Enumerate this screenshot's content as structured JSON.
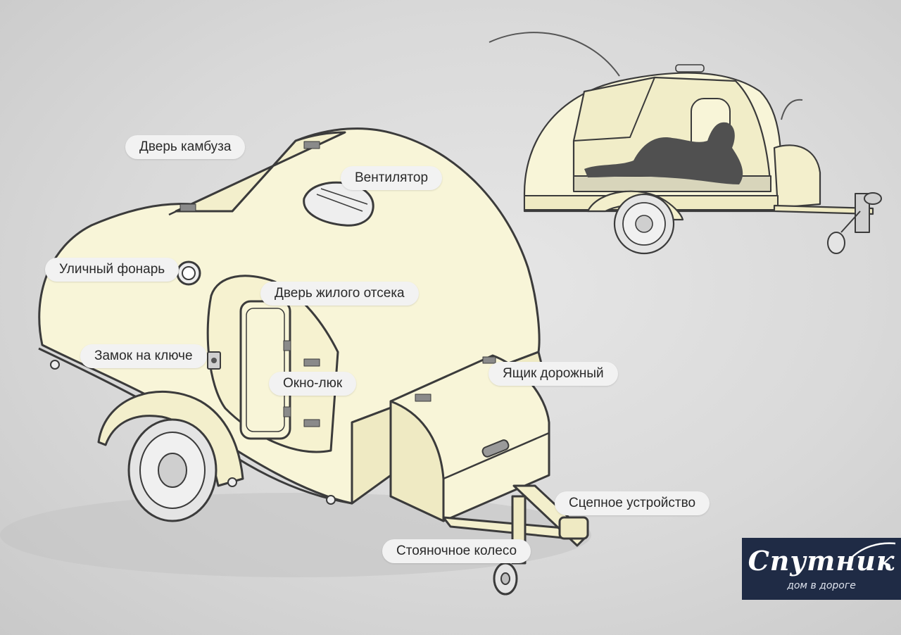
{
  "labels": {
    "galley_door": "Дверь камбуза",
    "ventilator": "Вентилятор",
    "street_lamp": "Уличный фонарь",
    "cabin_door": "Дверь жилого отсека",
    "key_lock": "Замок на ключе",
    "hatch_window": "Окно-люк",
    "travel_box": "Ящик дорожный",
    "hitch": "Сцепное устройство",
    "jockey_wheel": "Стояночное колесо"
  },
  "logo": {
    "name": "Спутник",
    "tagline": "дом в дороге"
  },
  "colors": {
    "body": "#f8f5d8",
    "outline": "#3b3b3b",
    "background": "#dcdcdc",
    "label_bg": "#f2f2f2",
    "logo_bg": "#1f2b45"
  }
}
